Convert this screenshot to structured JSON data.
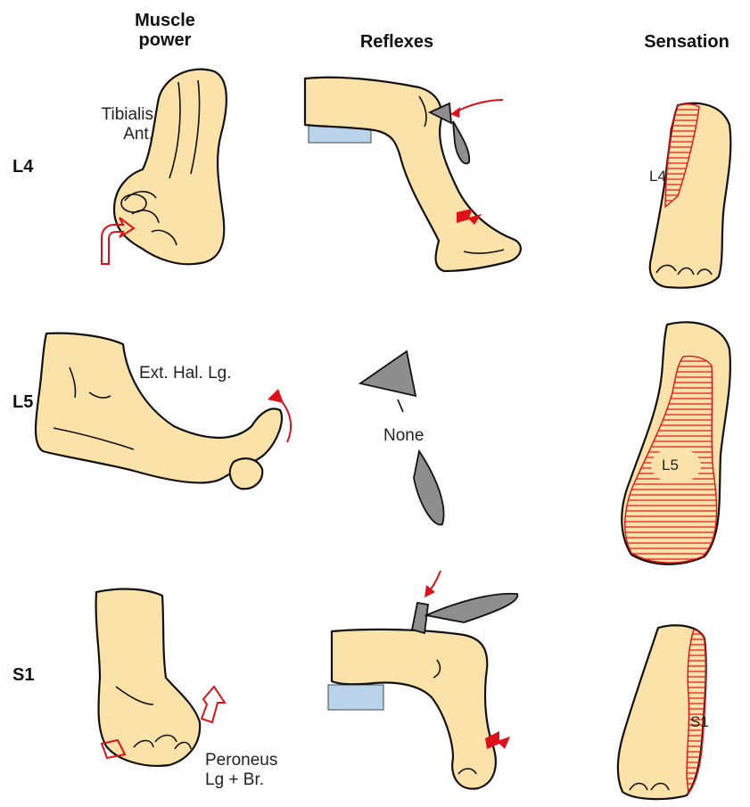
{
  "headers": {
    "muscle_power_line1": "Muscle",
    "muscle_power_line2": "power",
    "reflexes": "Reflexes",
    "sensation": "Sensation"
  },
  "rows": [
    {
      "level": "L4",
      "muscle_line1": "Tibialis",
      "muscle_line2": "Ant.",
      "dermatome_label": "L4"
    },
    {
      "level": "L5",
      "muscle_line1": "Ext. Hal. Lg.",
      "reflex": "None",
      "dermatome_label": "L5"
    },
    {
      "level": "S1",
      "muscle_line1": "Peroneus",
      "muscle_line2": "Lg + Br.",
      "dermatome_label": "S1"
    }
  ],
  "colors": {
    "skin": "#fbe2a8",
    "dermatome": "#e0101a",
    "hammer": "#8e8e8e",
    "pad": "#b9d3ea"
  }
}
